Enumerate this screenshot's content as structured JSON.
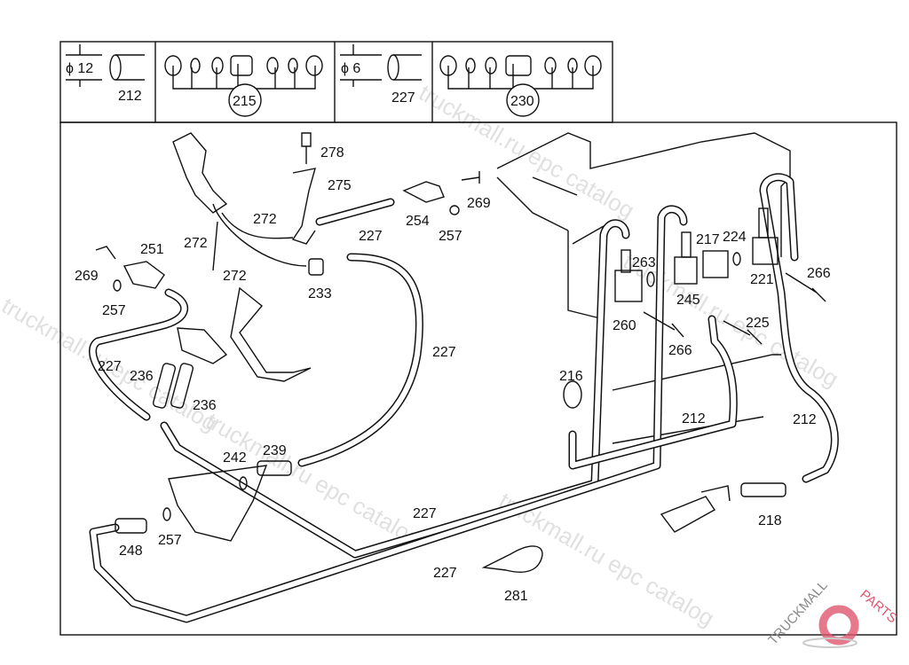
{
  "header_legend": [
    {
      "diameter": "ϕ 12",
      "part": "212"
    },
    {
      "kit": "215"
    },
    {
      "diameter": "ϕ 6",
      "part": "227"
    },
    {
      "kit": "230"
    }
  ],
  "callouts": [
    "278",
    "275",
    "272",
    "272",
    "272",
    "251",
    "269",
    "257",
    "233",
    "227",
    "254",
    "257",
    "269",
    "227",
    "227",
    "236",
    "236",
    "242",
    "239",
    "248",
    "257",
    "227",
    "227",
    "281",
    "216",
    "212",
    "212",
    "218",
    "260",
    "263",
    "245",
    "217",
    "224",
    "221",
    "266",
    "266",
    "225"
  ],
  "watermark": "truckmall.ru epc catalog",
  "logo": {
    "text_left": "TRUCKMALL",
    "text_right": "PARTS",
    "color_left": "#8a8a8a",
    "color_right": "#e0566f"
  }
}
